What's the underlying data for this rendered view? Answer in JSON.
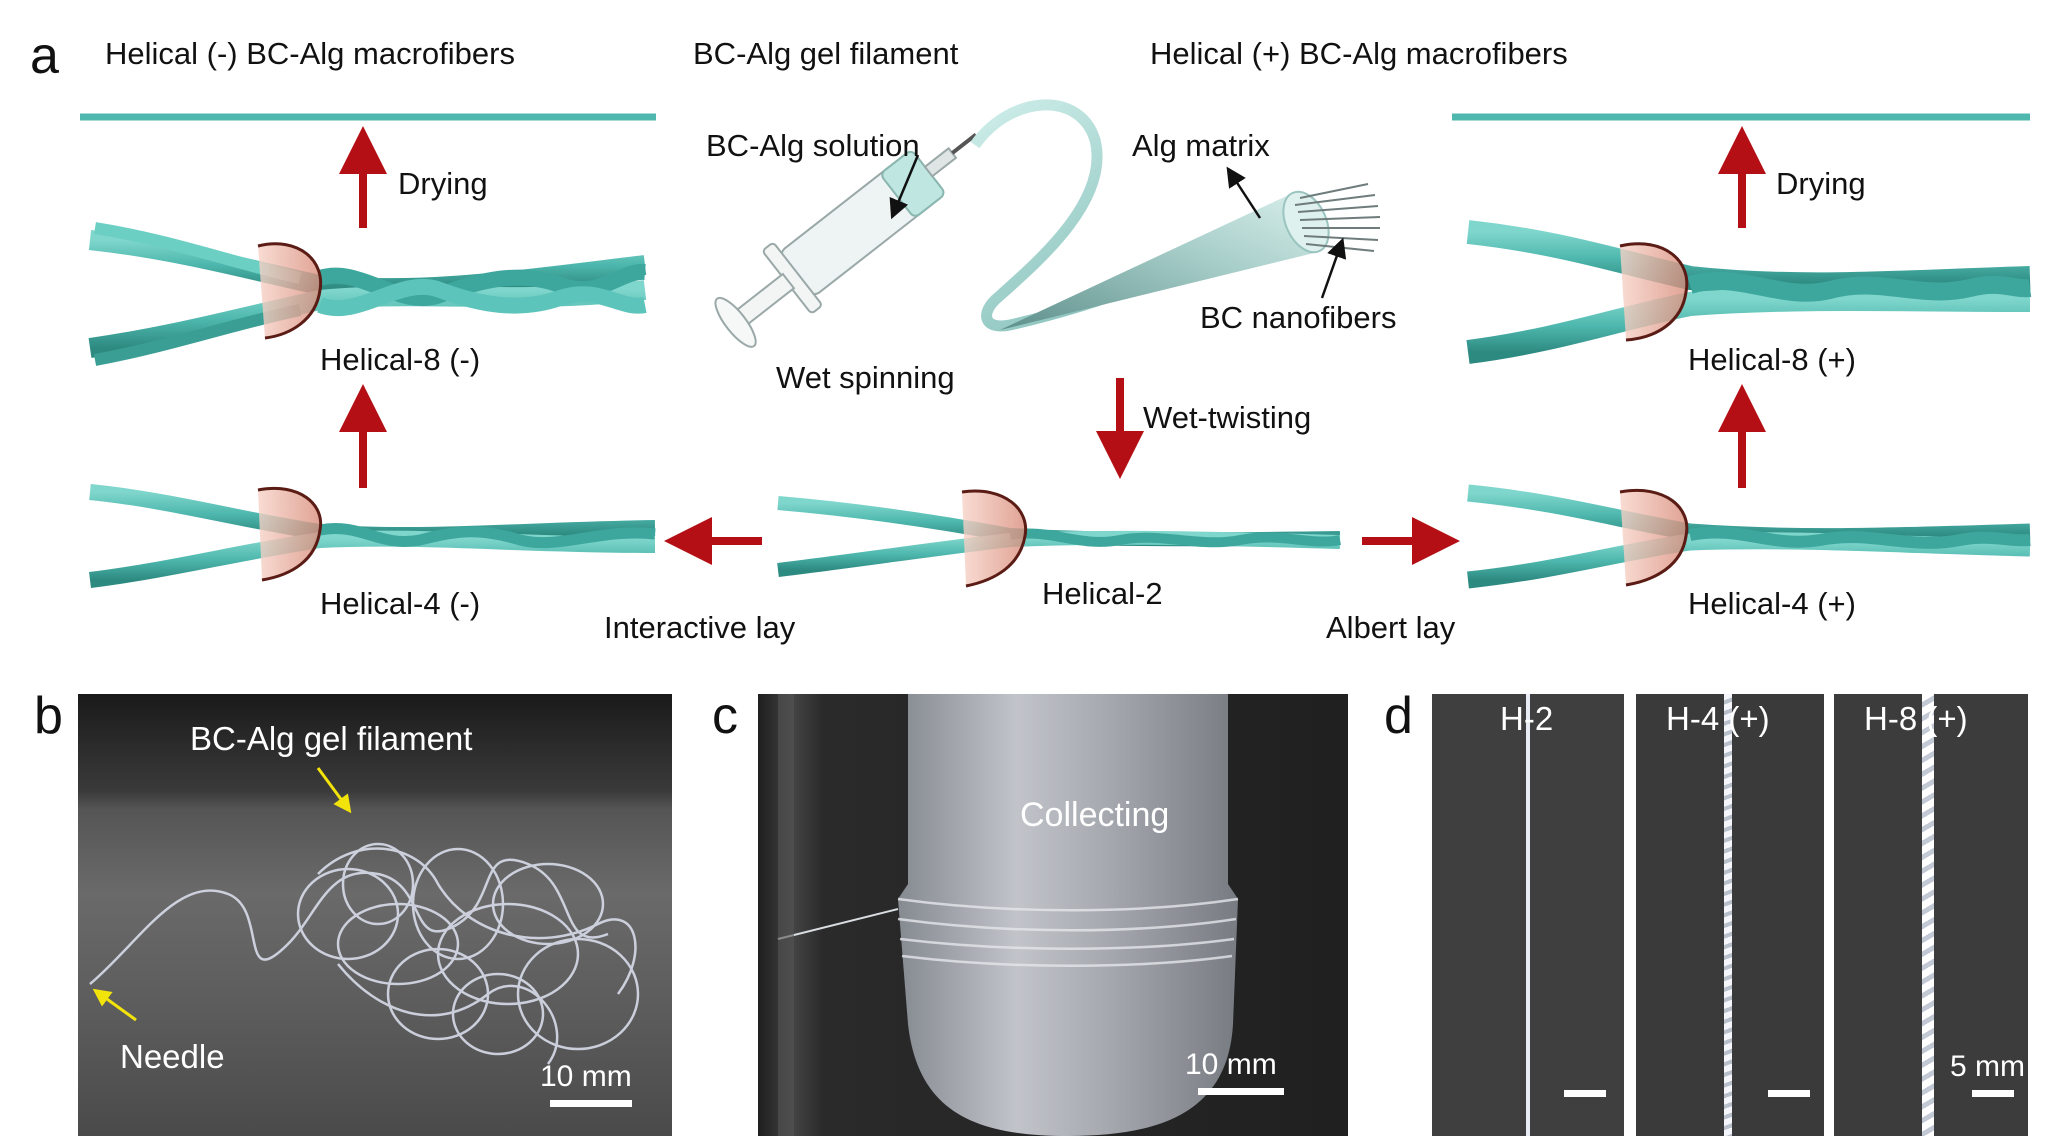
{
  "panel_a": {
    "letter": "a",
    "left_title": "Helical (-) BC-Alg macrofibers",
    "center_title": "BC-Alg gel filament",
    "right_title": "Helical (+) BC-Alg macrofibers",
    "bc_alg_solution": "BC-Alg solution",
    "alg_matrix": "Alg matrix",
    "bc_nanofibers": "BC nanofibers",
    "wet_spinning": "Wet spinning",
    "wet_twisting": "Wet-twisting",
    "drying_left": "Drying",
    "drying_right": "Drying",
    "helical_8_neg": "Helical-8 (-)",
    "helical_8_pos": "Helical-8 (+)",
    "helical_4_neg": "Helical-4 (-)",
    "helical_4_pos": "Helical-4 (+)",
    "helical_2": "Helical-2",
    "interactive_lay": "Interactive lay",
    "albert_lay": "Albert lay"
  },
  "panel_b": {
    "letter": "b",
    "filament_label": "BC-Alg gel filament",
    "needle_label": "Needle",
    "scale": "10 mm"
  },
  "panel_c": {
    "letter": "c",
    "collecting_label": "Collecting",
    "scale": "10 mm"
  },
  "panel_d": {
    "letter": "d",
    "h2": "H-2",
    "h4": "H-4 (+)",
    "h8": "H-8 (+)",
    "scale": "5 mm"
  },
  "colors": {
    "fiber": "#4fb8ae",
    "fiber_dark": "#2f8f86",
    "arrow_red": "#b40f14",
    "twist_arrow": "#f0b8a8"
  }
}
